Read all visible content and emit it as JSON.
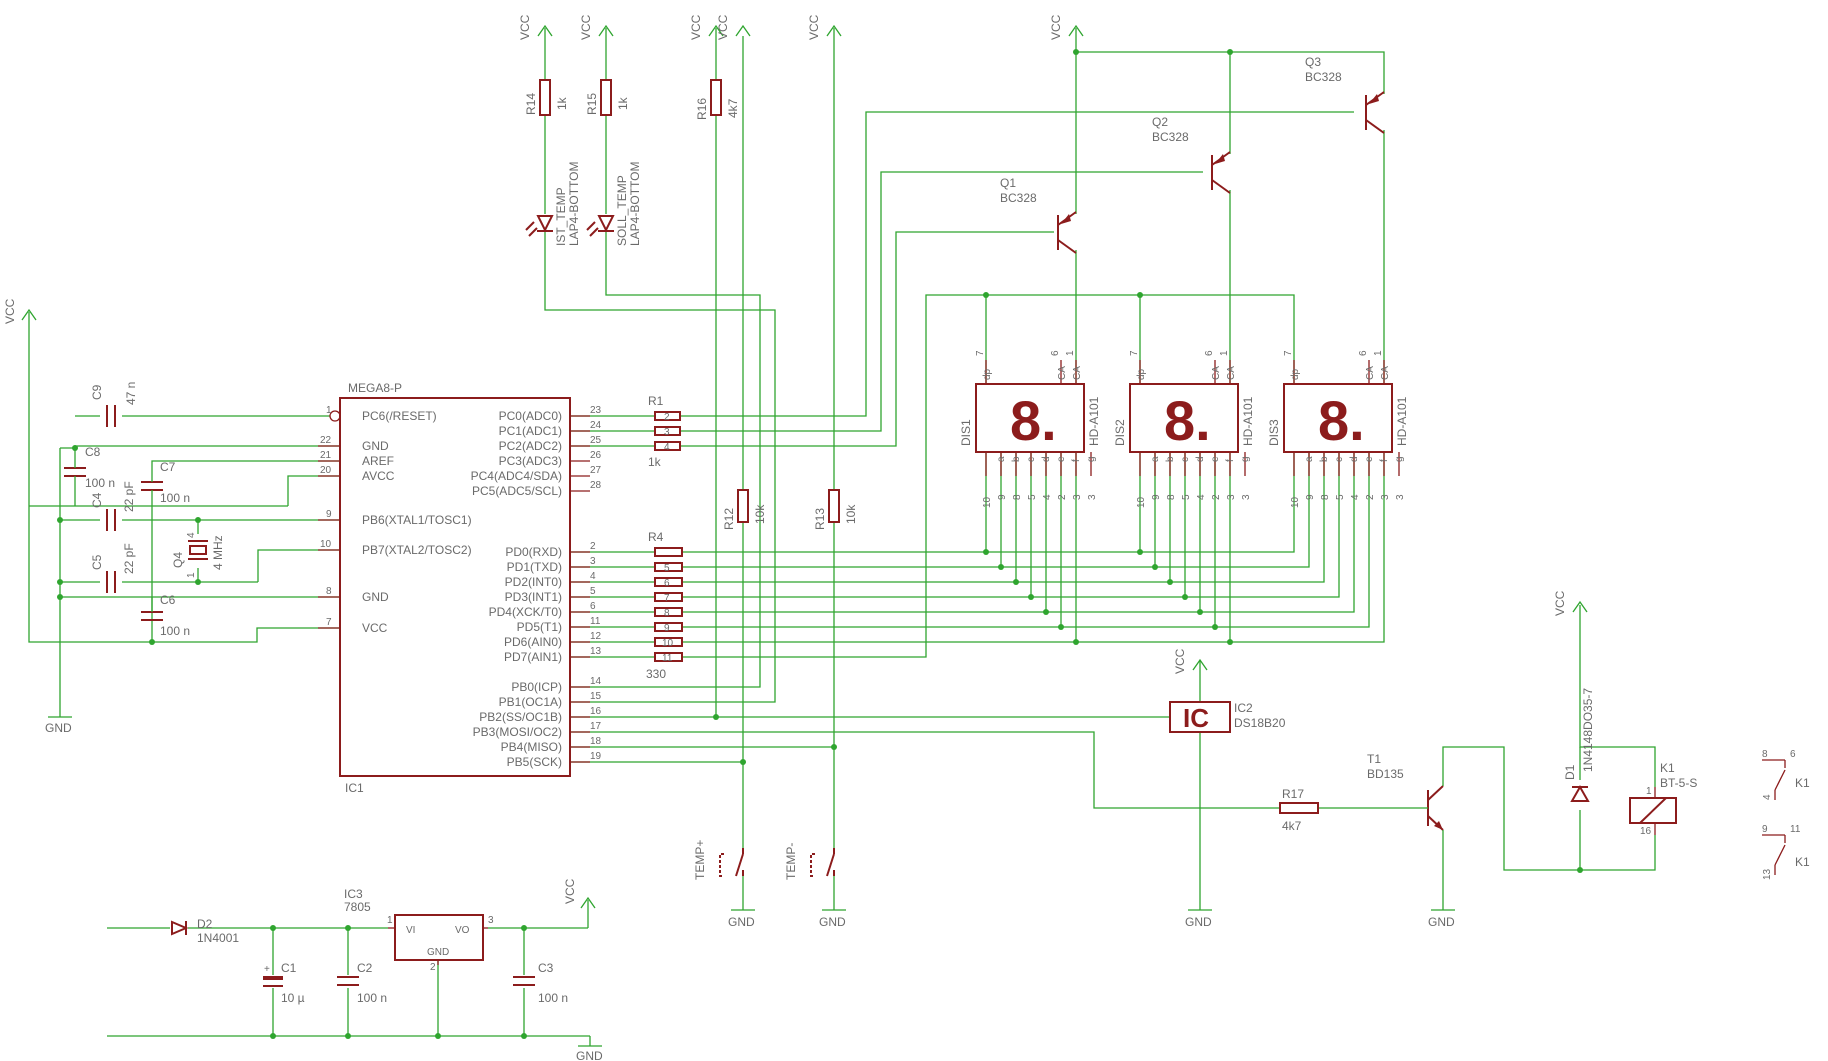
{
  "supply": {
    "vcc": "VCC",
    "gnd": "GND"
  },
  "mcu": {
    "name": "MEGA8-P",
    "ref": "IC1",
    "left_pins": [
      {
        "num": "1",
        "name": "PC6(/RESET)"
      },
      {
        "num": "22",
        "name": "GND"
      },
      {
        "num": "21",
        "name": "AREF"
      },
      {
        "num": "20",
        "name": "AVCC"
      },
      {
        "num": "9",
        "name": "PB6(XTAL1/TOSC1)"
      },
      {
        "num": "10",
        "name": "PB7(XTAL2/TOSC2)"
      },
      {
        "num": "8",
        "name": "GND"
      },
      {
        "num": "7",
        "name": "VCC"
      }
    ],
    "right_pins": [
      {
        "num": "23",
        "name": "PC0(ADC0)"
      },
      {
        "num": "24",
        "name": "PC1(ADC1)"
      },
      {
        "num": "25",
        "name": "PC2(ADC2)"
      },
      {
        "num": "26",
        "name": "PC3(ADC3)"
      },
      {
        "num": "27",
        "name": "PC4(ADC4/SDA)"
      },
      {
        "num": "28",
        "name": "PC5(ADC5/SCL)"
      },
      {
        "num": "2",
        "name": "PD0(RXD)"
      },
      {
        "num": "3",
        "name": "PD1(TXD)"
      },
      {
        "num": "4",
        "name": "PD2(INT0)"
      },
      {
        "num": "5",
        "name": "PD3(INT1)"
      },
      {
        "num": "6",
        "name": "PD4(XCK/T0)"
      },
      {
        "num": "11",
        "name": "PD5(T1)"
      },
      {
        "num": "12",
        "name": "PD6(AIN0)"
      },
      {
        "num": "13",
        "name": "PD7(AIN1)"
      },
      {
        "num": "14",
        "name": "PB0(ICP)"
      },
      {
        "num": "15",
        "name": "PB1(OC1A)"
      },
      {
        "num": "16",
        "name": "PB2(SS/OC1B)"
      },
      {
        "num": "17",
        "name": "PB3(MOSI/OC2)"
      },
      {
        "num": "18",
        "name": "PB4(MISO)"
      },
      {
        "num": "19",
        "name": "PB5(SCK)"
      }
    ]
  },
  "res_networks": {
    "rn1": {
      "ref": "R1",
      "value": "1k",
      "seg": [
        "2",
        "3",
        "4"
      ]
    },
    "rn2": {
      "ref": "R4",
      "value": "330",
      "seg": [
        "5",
        "6",
        "7",
        "8",
        "9",
        "10",
        "11"
      ]
    }
  },
  "resistors": {
    "r14": {
      "ref": "R14",
      "value": "1k"
    },
    "r15": {
      "ref": "R15",
      "value": "1k"
    },
    "r16": {
      "ref": "R16",
      "value": "4k7"
    },
    "r12": {
      "ref": "R12",
      "value": "10k"
    },
    "r13": {
      "ref": "R13",
      "value": "10k"
    },
    "r17": {
      "ref": "R17",
      "value": "4k7"
    }
  },
  "leds": {
    "led1": {
      "name": "IST_TEMP",
      "pkg": "LAP4-BOTTOM"
    },
    "led2": {
      "name": "SOLL_TEMP",
      "pkg": "LAP4-BOTTOM"
    }
  },
  "caps": {
    "c9": {
      "ref": "C9",
      "value": "47 n"
    },
    "c8": {
      "ref": "C8",
      "value": "100 n"
    },
    "c7": {
      "ref": "C7",
      "value": "100 n"
    },
    "c4": {
      "ref": "C4",
      "value": "22 pF"
    },
    "c5": {
      "ref": "C5",
      "value": "22 pF"
    },
    "c6": {
      "ref": "C6",
      "value": "100 n"
    },
    "c1": {
      "ref": "C1",
      "value": "10 µ"
    },
    "c2": {
      "ref": "C2",
      "value": "100 n"
    },
    "c3": {
      "ref": "C3",
      "value": "100 n"
    }
  },
  "crystal": {
    "ref": "Q4",
    "value": "4 MHz",
    "pin_a": "4",
    "pin_b": "1"
  },
  "transistors": {
    "q1": {
      "ref": "Q1",
      "value": "BC328"
    },
    "q2": {
      "ref": "Q2",
      "value": "BC328"
    },
    "q3": {
      "ref": "Q3",
      "value": "BC328"
    },
    "t1": {
      "ref": "T1",
      "value": "BD135"
    }
  },
  "displays": {
    "glyph": "8.",
    "top_pin_numbers": [
      "7",
      "6",
      "1"
    ],
    "top_pin_names": [
      "dp",
      "CA",
      "CA"
    ],
    "bottom_pin_names": [
      "a",
      "b",
      "c",
      "d",
      "e",
      "f",
      "g"
    ],
    "bottom_pin_numbers": [
      "10",
      "9",
      "8",
      "5",
      "4",
      "2",
      "3"
    ],
    "items": [
      {
        "ref": "DIS1",
        "value": "HD-A101"
      },
      {
        "ref": "DIS2",
        "value": "HD-A101"
      },
      {
        "ref": "DIS3",
        "value": "HD-A101"
      }
    ]
  },
  "sensor": {
    "symbol": "IC",
    "ref": "IC2",
    "value": "DS18B20"
  },
  "buttons": {
    "plus": "TEMP+",
    "minus": "TEMP-"
  },
  "diodes": {
    "d1": {
      "ref": "D1",
      "value": "1N4148DO35-7"
    },
    "d2": {
      "ref": "D2",
      "value": "1N4001"
    }
  },
  "relay": {
    "coil_ref": "K1",
    "coil_value": "BT-5-S",
    "coil_pins": [
      "1",
      "16"
    ],
    "contact1": {
      "ref": "K1",
      "pins": [
        "8",
        "6",
        "4"
      ]
    },
    "contact2": {
      "ref": "K1",
      "pins": [
        "9",
        "11",
        "13"
      ]
    }
  },
  "regulator": {
    "ref": "IC3",
    "value": "7805",
    "vi": "VI",
    "vo": "VO",
    "gnd": "GND",
    "pin_in": "1",
    "pin_gnd": "2",
    "pin_out": "3"
  }
}
